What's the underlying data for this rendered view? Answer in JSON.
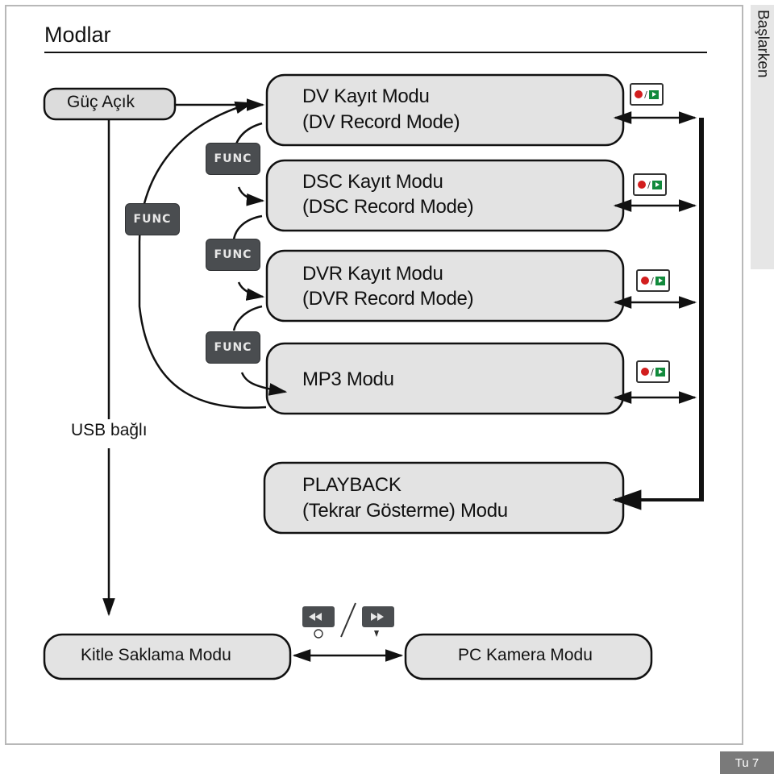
{
  "page": {
    "title": "Modlar",
    "side_tab": "Başlarken",
    "page_number": "Tu 7"
  },
  "nodes": {
    "power_on": "Güç Açık",
    "dv_mode": [
      "DV Kayıt Modu",
      "(DV Record Mode)"
    ],
    "dsc_mode": [
      "DSC Kayıt Modu",
      "(DSC Record Mode)"
    ],
    "dvr_mode": [
      "DVR Kayıt Modu",
      "(DVR Record Mode)"
    ],
    "mp3_mode": "MP3 Modu",
    "playback_mode": [
      "PLAYBACK",
      "(Tekrar Gösterme) Modu"
    ],
    "mass_storage_mode": "Kitle Saklama Modu",
    "pc_camera_mode": "PC Kamera Modu"
  },
  "labels": {
    "usb_connected": "USB bağlı",
    "func_button": "FUNC",
    "rec_play_icon": "record-play-toggle-icon",
    "nav_icons": [
      "rewind-timer-icon",
      "forward-flash-icon"
    ]
  },
  "colors": {
    "box_fill": "#e3e3e3",
    "func_button": "#4a4d50",
    "record_dot": "#d21e1e",
    "play_green": "#128a3c"
  }
}
